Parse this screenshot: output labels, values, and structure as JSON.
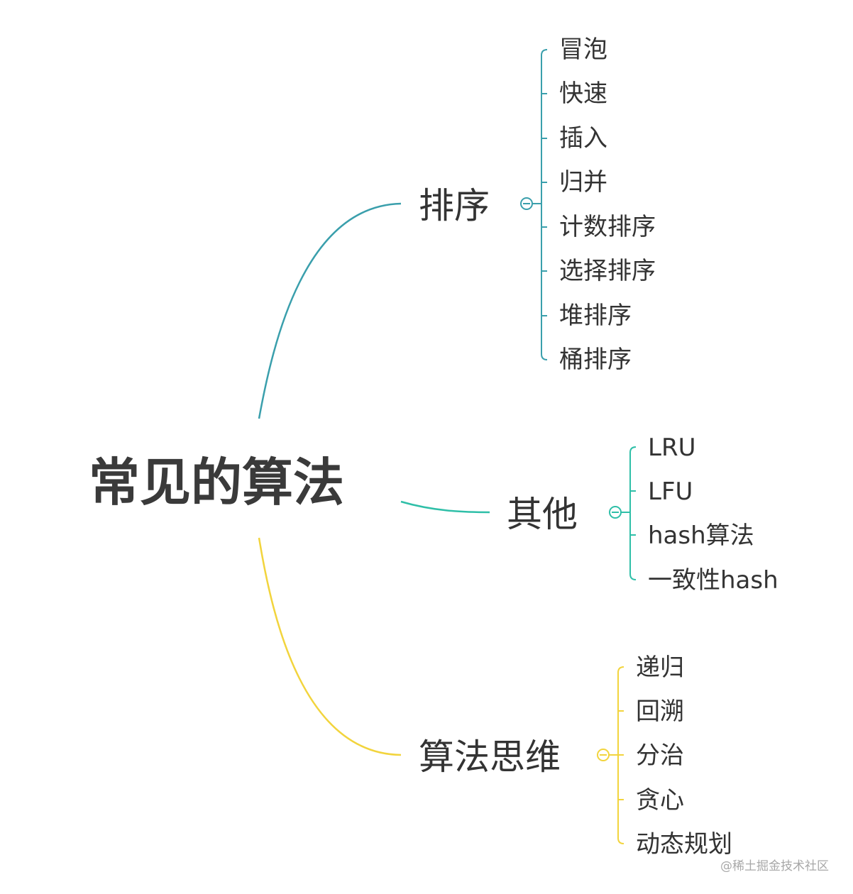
{
  "root": {
    "label": "常见的算法"
  },
  "branches": [
    {
      "label": "排序",
      "color": "#3a9fac",
      "children": [
        "冒泡",
        "快速",
        "插入",
        "归并",
        "计数排序",
        "选择排序",
        "堆排序",
        "桶排序"
      ]
    },
    {
      "label": "其他",
      "color": "#2fbfa8",
      "children": [
        "LRU",
        "LFU",
        "hash算法",
        "一致性hash"
      ]
    },
    {
      "label": "算法思维",
      "color": "#f2d43d",
      "children": [
        "递归",
        "回溯",
        "分治",
        "贪心",
        "动态规划"
      ]
    }
  ],
  "watermark": "@稀土掘金技术社区"
}
